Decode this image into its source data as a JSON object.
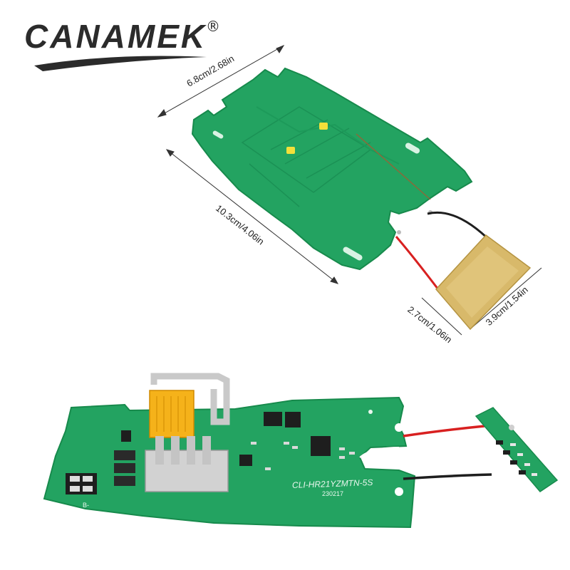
{
  "brand": {
    "name": "CANAMEK",
    "registered_mark": "®"
  },
  "dimensions": {
    "board_width": "6.8cm/2.68in",
    "board_length": "10.3cm/4.06in",
    "sensor_width": "2.7cm/1.06in",
    "sensor_length": "3.9cm/1.54in"
  },
  "board_markings": {
    "model": "CLI-HR21YZMTN-5S",
    "date_code": "230217",
    "terminal_neg": "B-"
  },
  "colors": {
    "pcb_green": "#23a361",
    "pcb_dark": "#178a4c",
    "sensor_tan": "#d8b96a",
    "connector_yellow": "#f5b21a",
    "metal": "#c9c9c9",
    "wire_red": "#d82020",
    "wire_black": "#1e1e1e"
  }
}
